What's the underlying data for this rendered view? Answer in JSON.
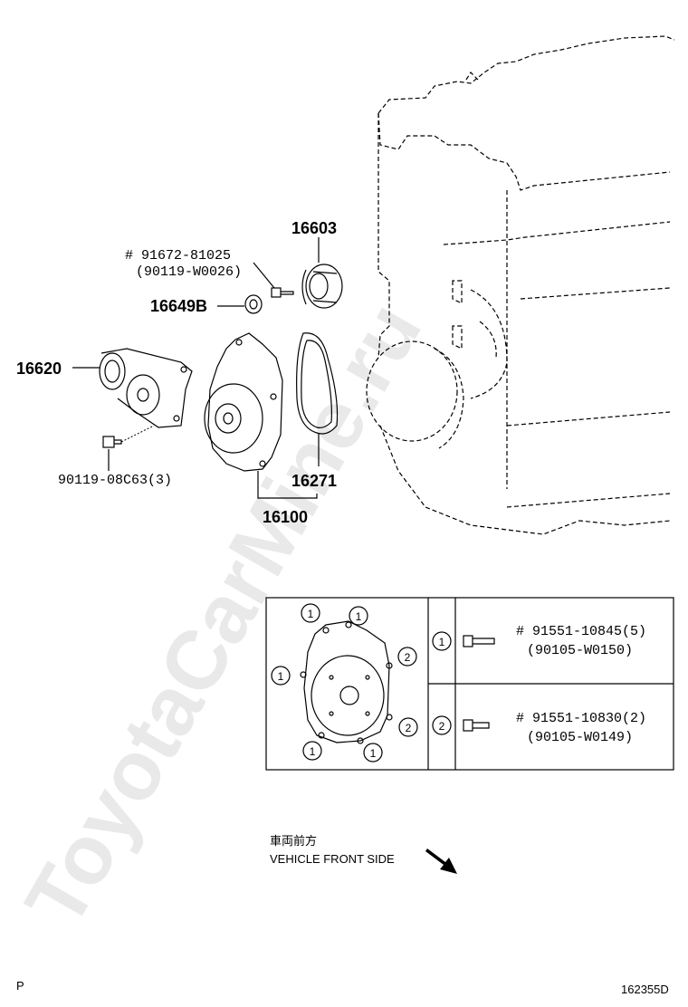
{
  "watermark": "ToyotaCarMine.ru",
  "parts": {
    "p16603": "16603",
    "p16649b": "16649B",
    "p16620": "16620",
    "p16271": "16271",
    "p16100": "16100",
    "bolt_top_line1": "# 91672-81025",
    "bolt_top_line2": "(90119-W0026)",
    "bolt_bottom": "90119-08C63(3)"
  },
  "table": {
    "row1": {
      "marker": "1",
      "line1": "# 91551-10845(5)",
      "line2": "(90105-W0150)"
    },
    "row2": {
      "marker": "2",
      "line1": "# 91551-10830(2)",
      "line2": "(90105-W0149)"
    },
    "pump_markers": [
      "1",
      "1",
      "1",
      "2",
      "2",
      "1",
      "1"
    ]
  },
  "direction": {
    "jp": "車両前方",
    "en": "VEHICLE FRONT SIDE"
  },
  "footer": {
    "left": "P",
    "right": "162355D"
  }
}
